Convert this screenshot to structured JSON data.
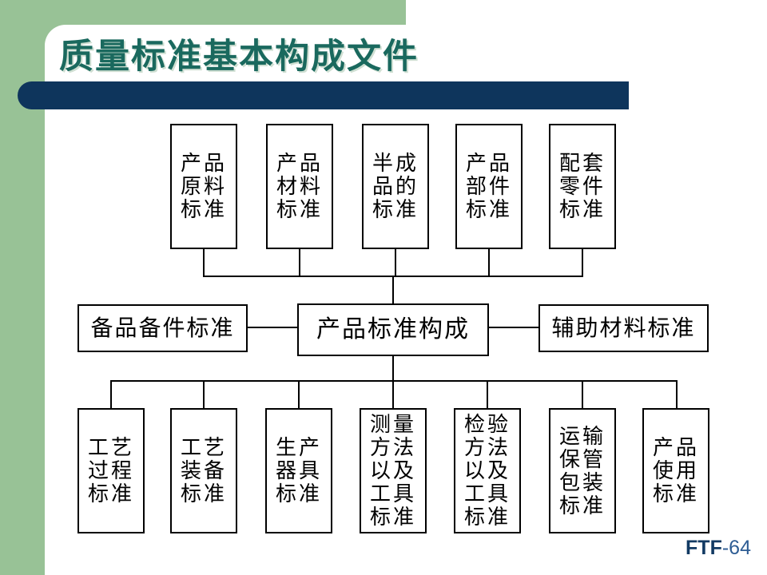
{
  "slide": {
    "title": "质量标准基本构成文件",
    "page_label": {
      "prefix": "FTF",
      "suffix": "-64"
    }
  },
  "colors": {
    "accent_green": "#98c296",
    "accent_navy": "#0e355c",
    "title_teal": "#1a695e",
    "box_border": "#000000",
    "box_text": "#000000",
    "footer_bold_blue": "#123a63",
    "footer_number_blue": "#2e5d94"
  },
  "diagram": {
    "top_row": [
      {
        "label": "产品\n原料\n标准"
      },
      {
        "label": "产品\n材料\n标准"
      },
      {
        "label": "半成\n品的\n标准"
      },
      {
        "label": "产品\n部件\n标准"
      },
      {
        "label": "配套\n零件\n标准"
      }
    ],
    "middle_left": {
      "label": "备品备件标准"
    },
    "center": {
      "label": "产品标准构成"
    },
    "middle_right": {
      "label": "辅助材料标准"
    },
    "bottom_row": [
      {
        "label": "工艺\n过程\n标准"
      },
      {
        "label": "工艺\n装备\n标准"
      },
      {
        "label": "生产\n器具\n标准"
      },
      {
        "label": "测量\n方法\n以及\n工具\n标准"
      },
      {
        "label": "检验\n方法\n以及\n工具\n标准"
      },
      {
        "label": "运输\n保管\n包装\n标准"
      },
      {
        "label": "产品\n使用\n标准"
      }
    ]
  }
}
